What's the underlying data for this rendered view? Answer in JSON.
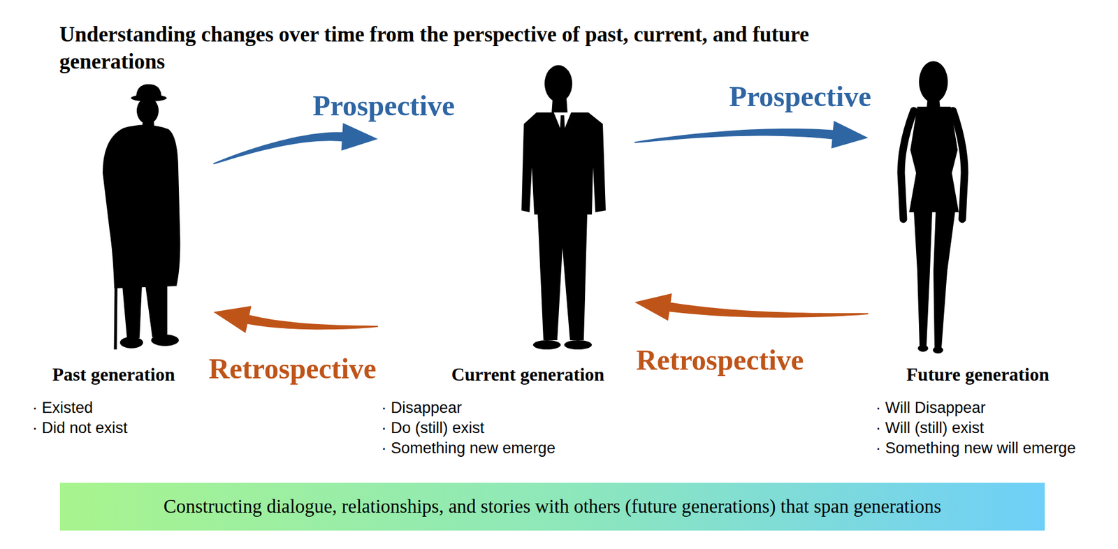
{
  "diagram": {
    "title": "Understanding changes over time from the perspective of past, current, and future generations",
    "nodes": [
      {
        "text": [
          "Past generation",
          "· Existed",
          "· Did not exist"
        ]
      },
      {
        "text": [
          "Current generation",
          "· Disappear",
          "· Do (still) exist",
          "· Something new emerge"
        ]
      },
      {
        "text": [
          "Future generation",
          "· Will Disappear",
          "· Will (still) exist",
          "· Something new will emerge"
        ]
      },
      {
        "text": [
          "Constructing dialogue, relationships, and stories with others (future generations) that span generations"
        ]
      }
    ],
    "edges": [
      {
        "from": 0,
        "to": 1,
        "arrow": "to",
        "label": "Prospective"
      },
      {
        "from": 1,
        "to": 2,
        "arrow": "to",
        "label": "Prospective"
      },
      {
        "from": 1,
        "to": 0,
        "arrow": "to",
        "label": "Retrospective"
      },
      {
        "from": 2,
        "to": 1,
        "arrow": "to",
        "label": "Retrospective"
      }
    ]
  }
}
